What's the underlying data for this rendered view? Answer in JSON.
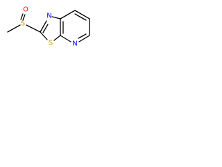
{
  "molecule": {
    "atoms": {
      "oxygen": {
        "symbol": "O",
        "color": "#ff0000"
      },
      "sulfur_sulfinyl": {
        "symbol": "S",
        "color": "#c8a000"
      },
      "sulfur_ring": {
        "symbol": "S",
        "color": "#c8a000"
      },
      "nitrogen_thiazole": {
        "symbol": "N",
        "color": "#0000ff"
      },
      "nitrogen_pyridine": {
        "symbol": "N",
        "color": "#0000ff"
      }
    },
    "bond_color": "#000000"
  }
}
